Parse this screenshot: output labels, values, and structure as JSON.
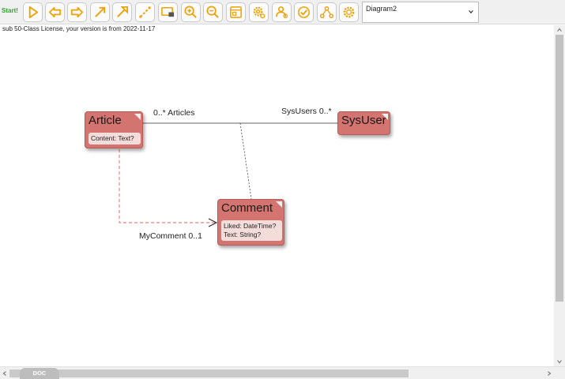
{
  "toolbar": {
    "start_label": "Start!",
    "diagram_selected": "Diagram2",
    "accent_color": "#f0a000"
  },
  "license_text": "sub 50-Class License, your version is from 2022-11-17",
  "classes": {
    "article": {
      "name": "Article",
      "attrs": [
        "Content: Text?"
      ]
    },
    "sysuser": {
      "name": "SysUser",
      "attrs": []
    },
    "comment": {
      "name": "Comment",
      "attrs": [
        "Liked: DateTime?",
        "Text: String?"
      ]
    }
  },
  "associations": {
    "articles_label": "0..* Articles",
    "sysusers_label": "SysUsers 0..*",
    "mycomment_label": "MyComment 0..1"
  },
  "bottom": {
    "tab_label": "DOC"
  },
  "colors": {
    "class_fill": "#d47470",
    "attr_fill": "#f3dcda",
    "link_dashed": "#e06060"
  }
}
